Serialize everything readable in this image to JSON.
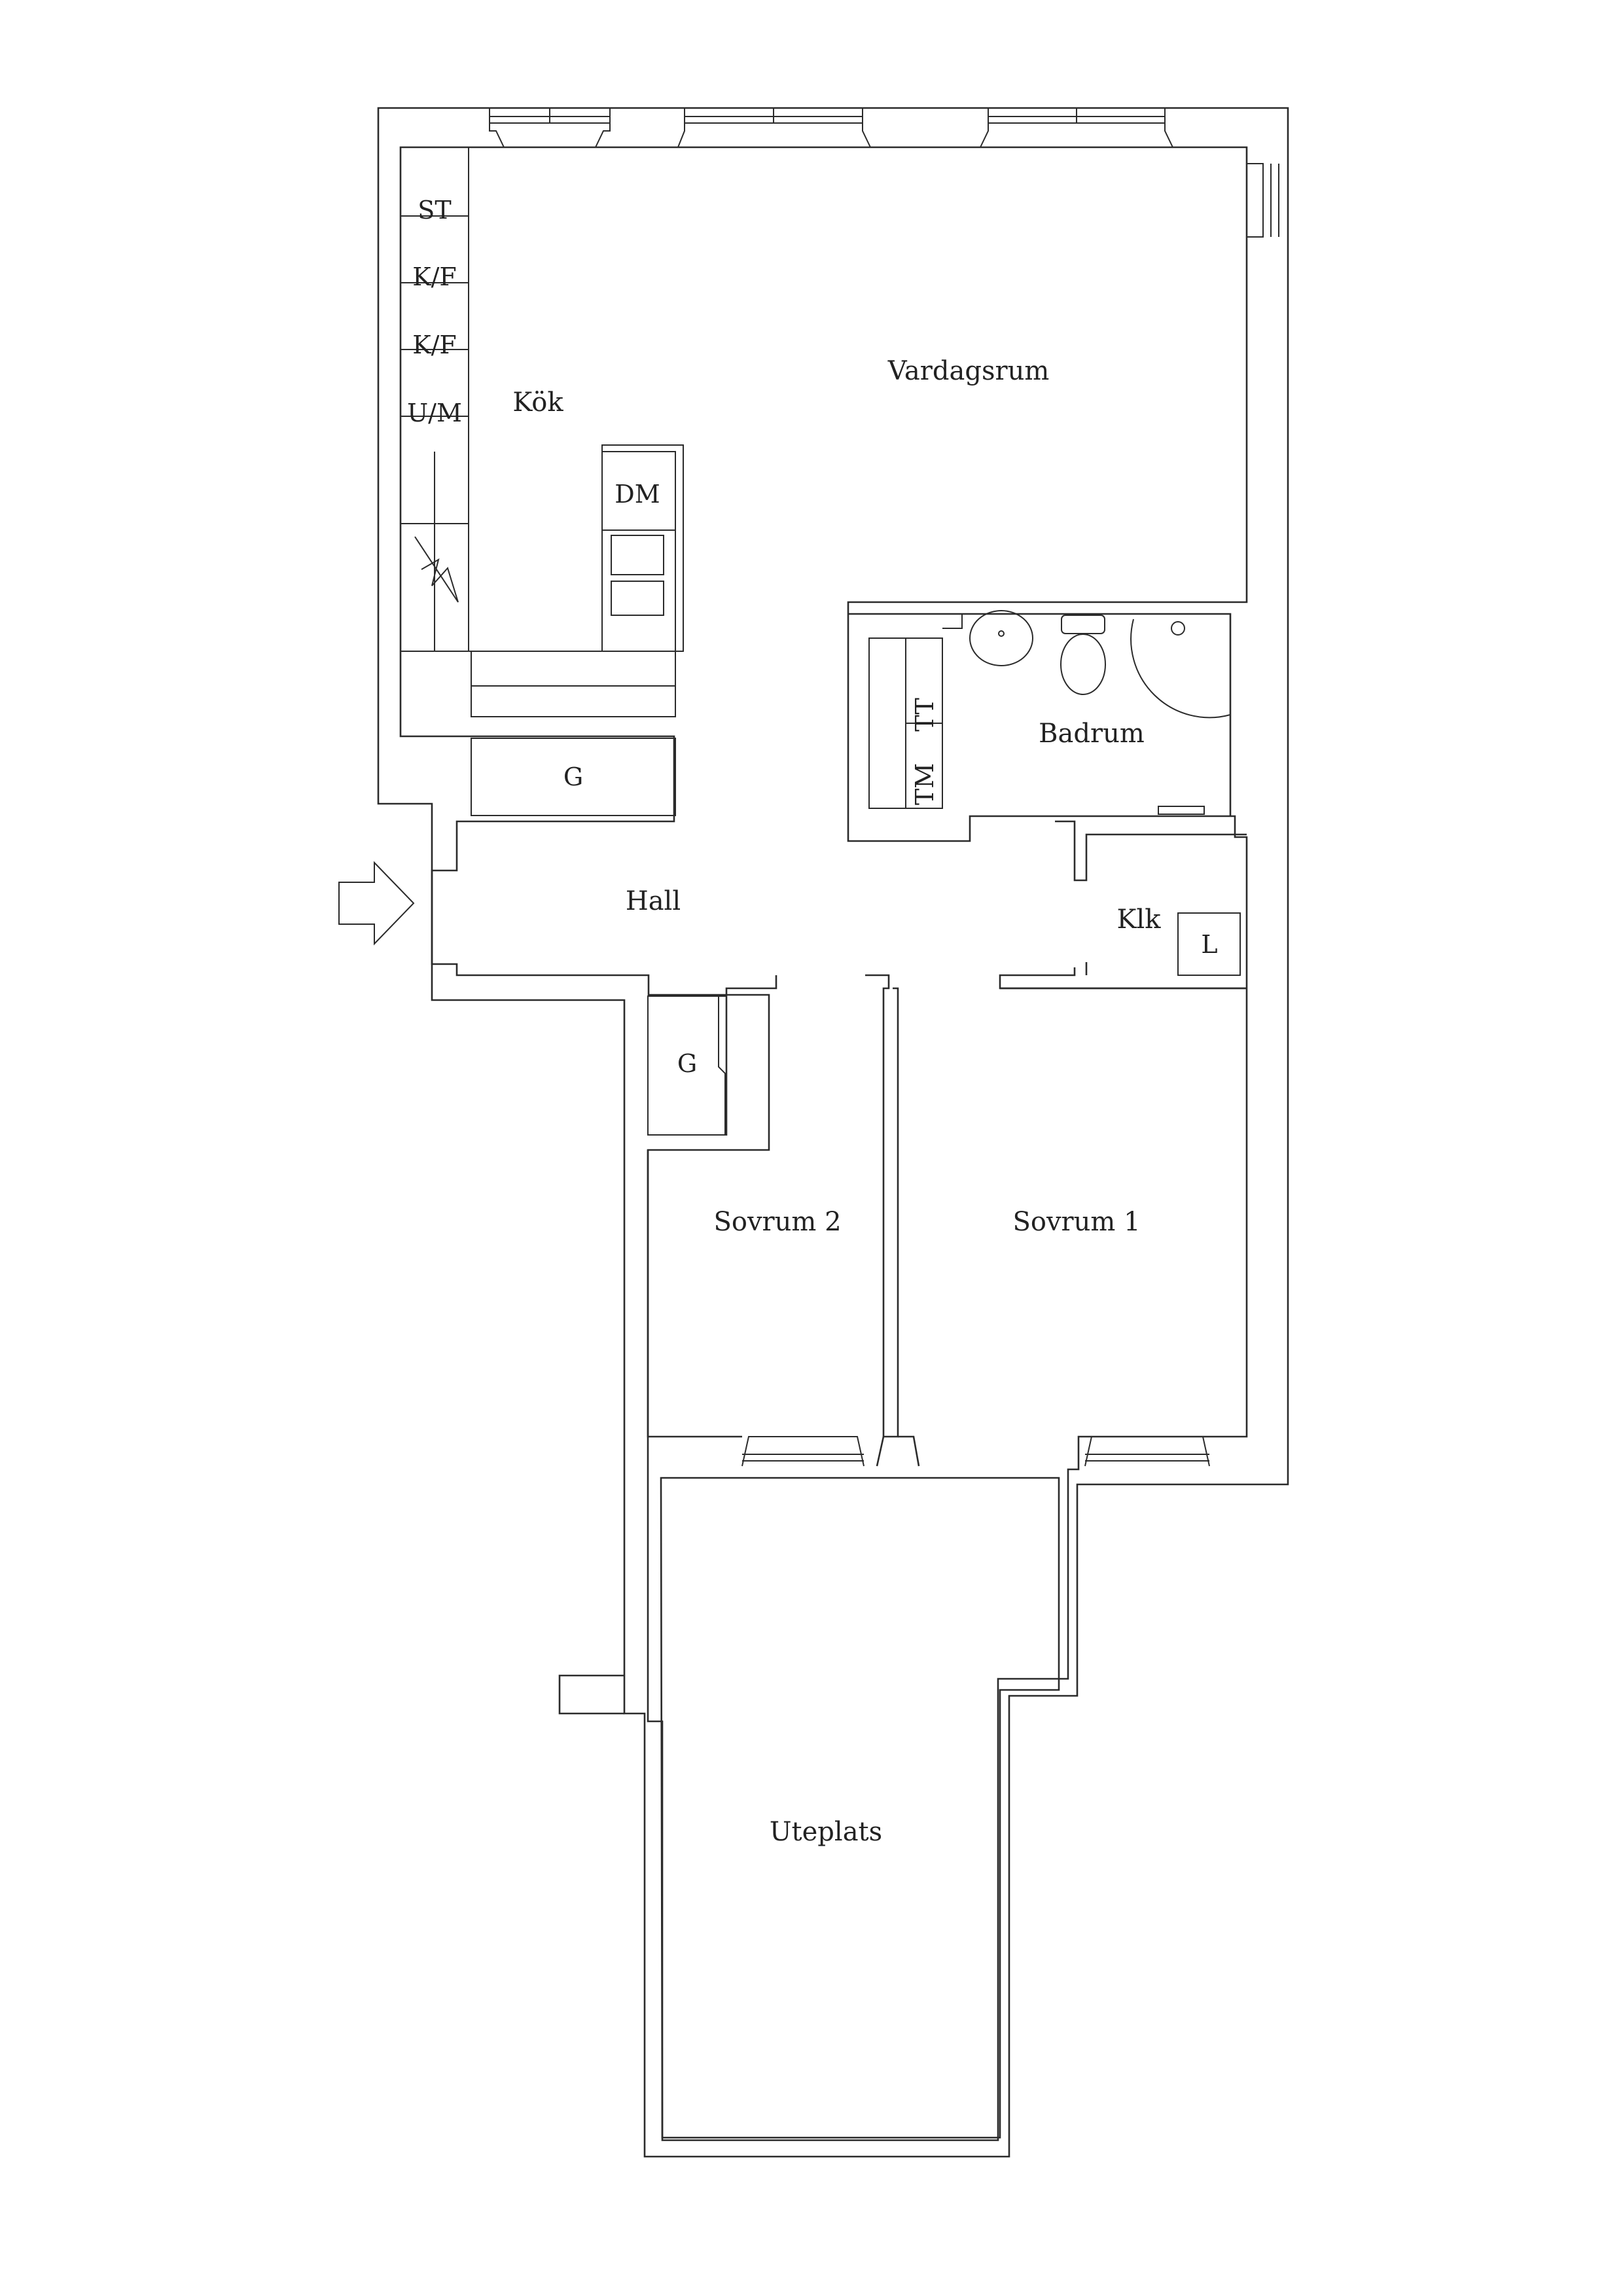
{
  "rooms": {
    "kitchen": "Kök",
    "living": "Vardagsrum",
    "bathroom": "Badrum",
    "hall": "Hall",
    "closet": "Klk",
    "bedroom2": "Sovrum 2",
    "bedroom1": "Sovrum 1",
    "patio": "Uteplats"
  },
  "fixtures": {
    "stove": "ST",
    "fridge_freezer_1": "K/F",
    "fridge_freezer_2": "K/F",
    "oven_microwave": "U/M",
    "dishwasher": "DM",
    "wardrobe_hall": "G",
    "wardrobe_bedroom2": "G",
    "dryer": "TT",
    "washing_machine": "TM",
    "linen_closet": "L"
  },
  "icons": {
    "entrance": "entrance-arrow-icon"
  }
}
